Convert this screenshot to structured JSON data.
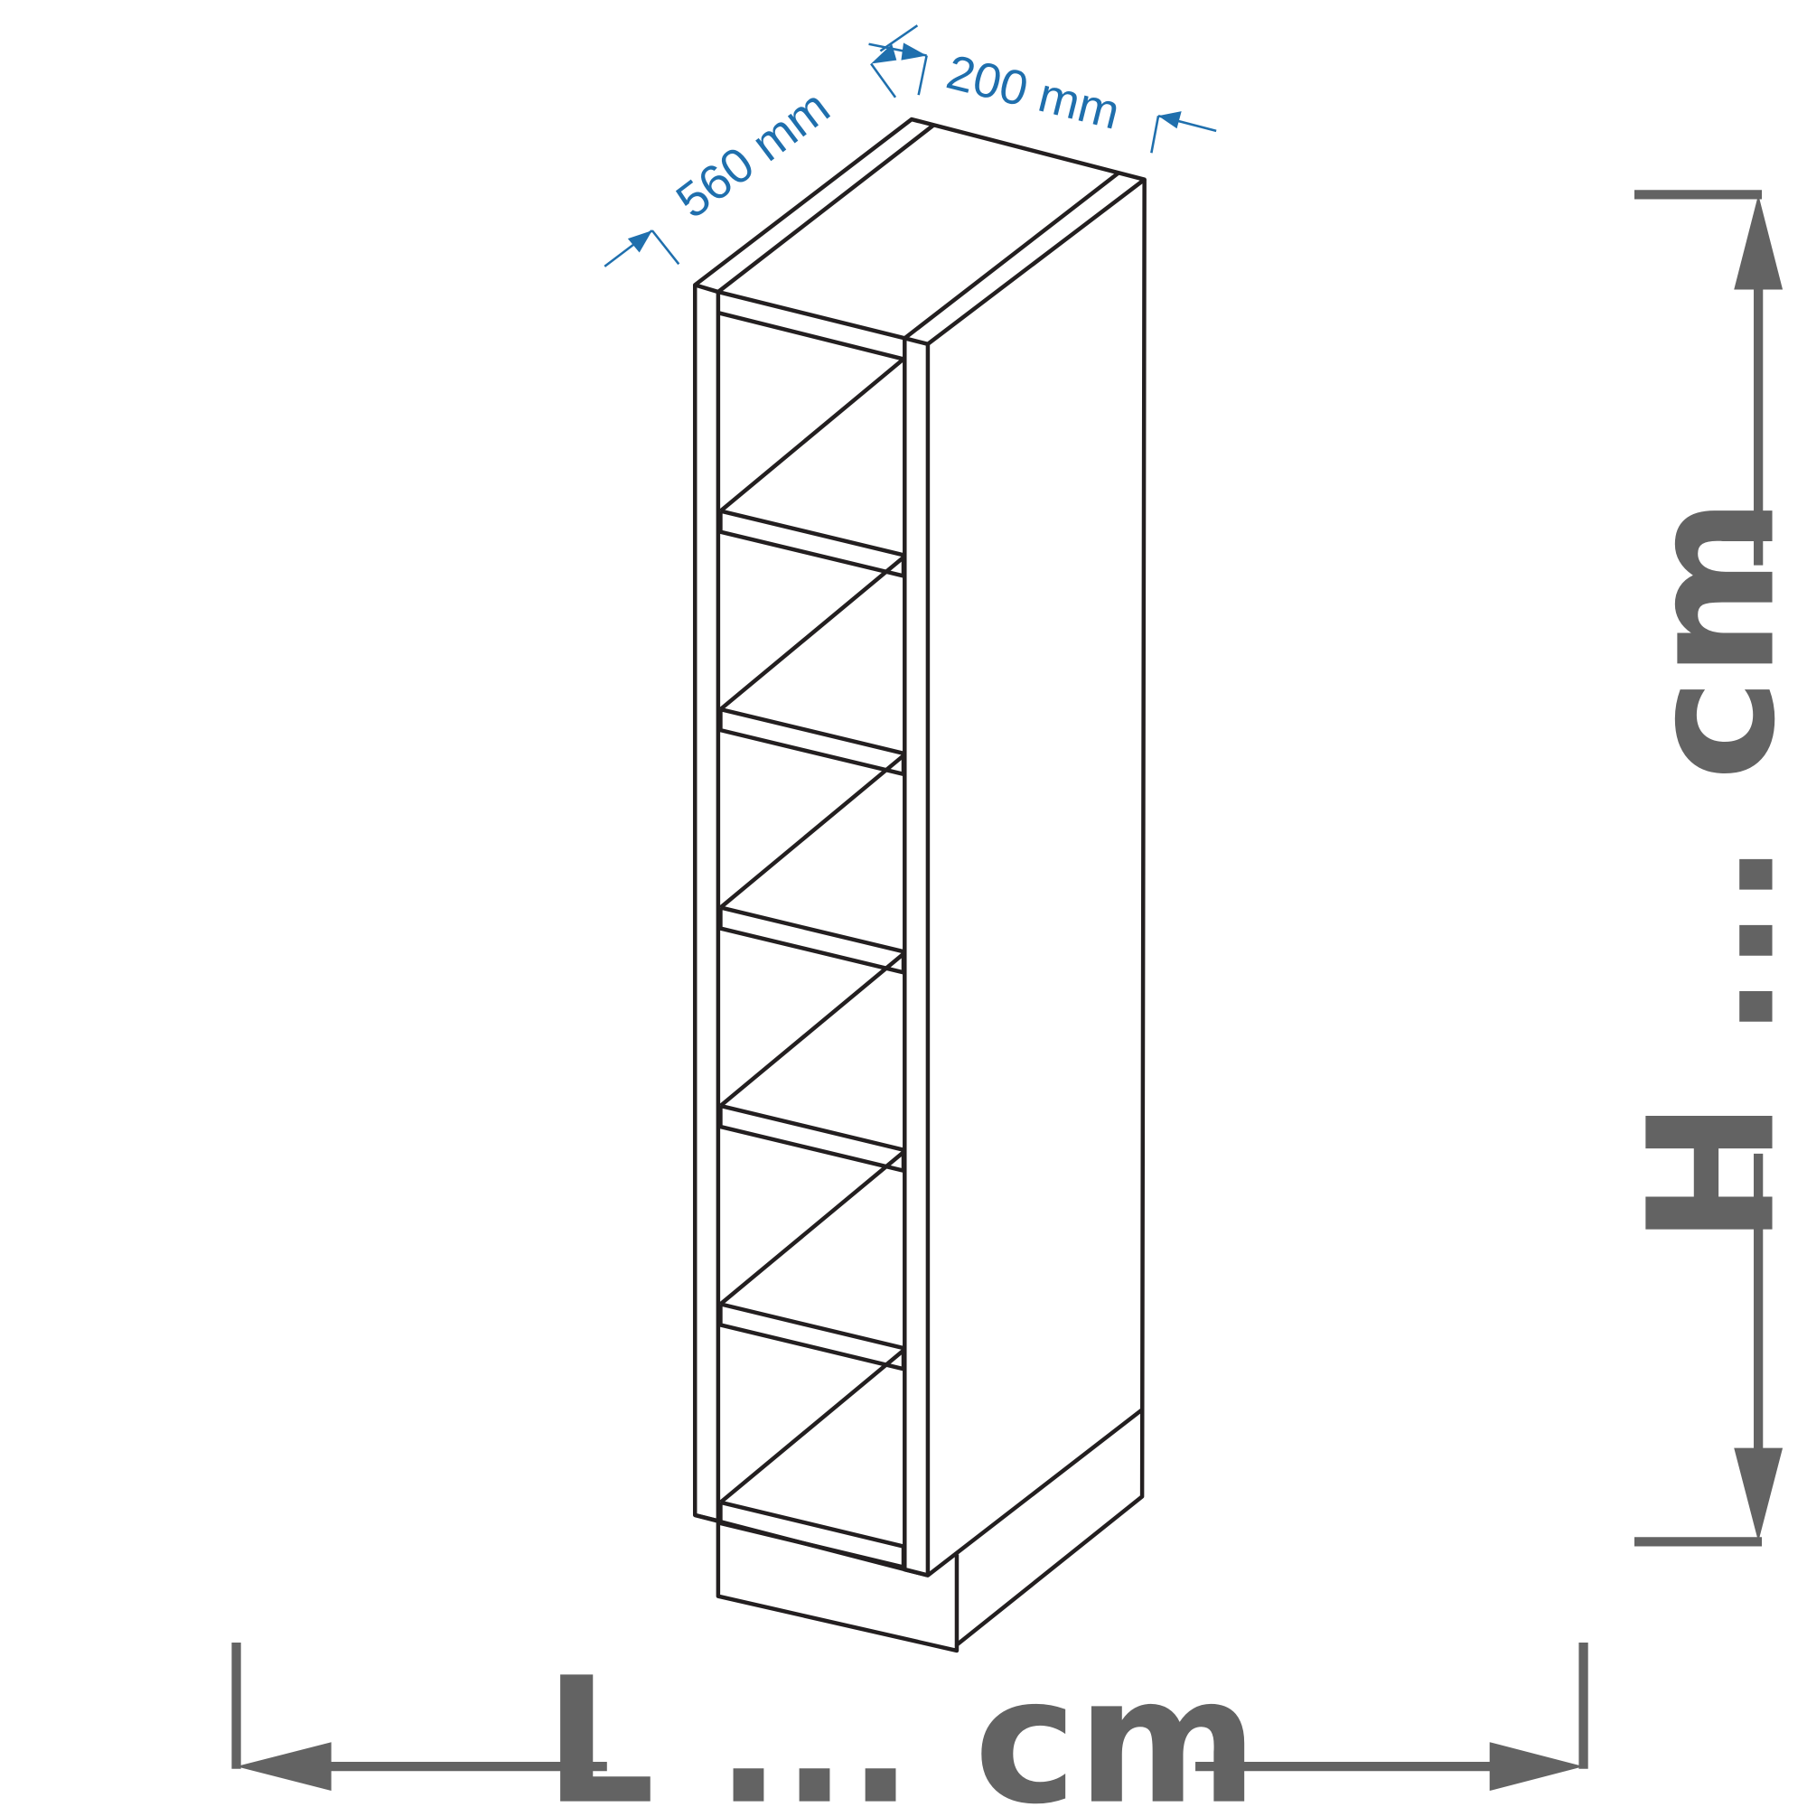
{
  "dimensions": {
    "depth_label": "560 mm",
    "thickness_label": "200 mm",
    "length_label": "L ... cm",
    "height_label": "H ... cm"
  },
  "colors": {
    "annotation": "#1f6fad",
    "dimension": "#636363",
    "outline": "#231f20"
  },
  "shelf_count": 6
}
